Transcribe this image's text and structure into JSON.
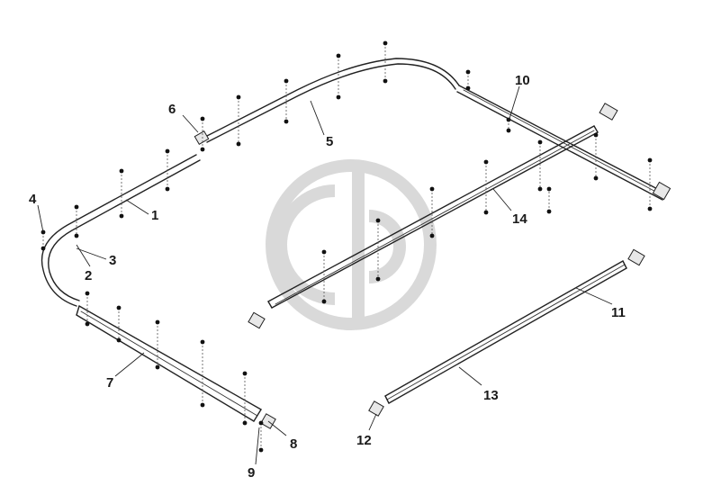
{
  "diagram": {
    "type": "exploded-parts-diagram",
    "callouts": [
      {
        "id": "1",
        "label": "1"
      },
      {
        "id": "2",
        "label": "2"
      },
      {
        "id": "3",
        "label": "3"
      },
      {
        "id": "4",
        "label": "4"
      },
      {
        "id": "5",
        "label": "5"
      },
      {
        "id": "6",
        "label": "6"
      },
      {
        "id": "7",
        "label": "7"
      },
      {
        "id": "8",
        "label": "8"
      },
      {
        "id": "9",
        "label": "9"
      },
      {
        "id": "10",
        "label": "10"
      },
      {
        "id": "11",
        "label": "11"
      },
      {
        "id": "12",
        "label": "12"
      },
      {
        "id": "13",
        "label": "13"
      },
      {
        "id": "14",
        "label": "14"
      }
    ],
    "watermark_icon": "logo-watermark-icon"
  }
}
